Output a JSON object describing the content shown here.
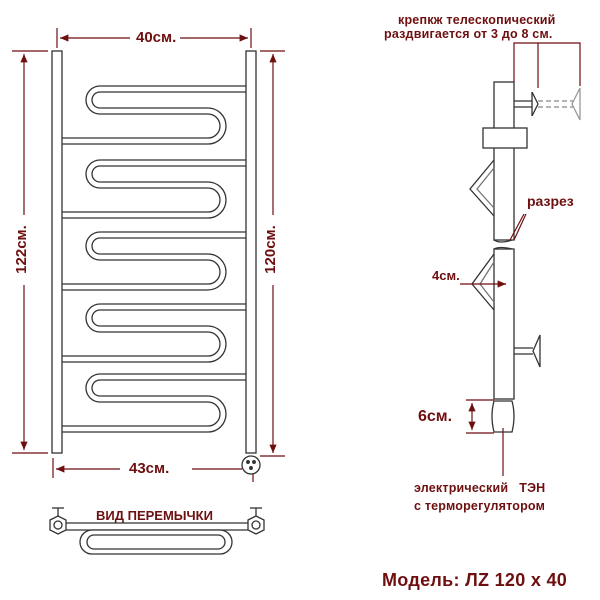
{
  "diagram": {
    "subject": "heated towel rail technical drawing",
    "colors": {
      "annotation": "#6e0f10",
      "outline": "#333333",
      "background": "#ffffff"
    },
    "front_view": {
      "width_top_label": "40см.",
      "width_bottom_label": "43см.",
      "height_left_label": "122см.",
      "height_right_label": "120см.",
      "serpentine_count": 5
    },
    "bridge_view": {
      "title": "ВИД ПЕРЕМЫЧКИ"
    },
    "side_view": {
      "mount_note_line1": "крепкж телескопический",
      "mount_note_line2": "раздвигается от 3 до 8 см.",
      "section_label": "разрез",
      "offset_label": "4см.",
      "heater_length_label": "6см.",
      "heater_note_line1": "электрический   ТЭН",
      "heater_note_line2": "с терморегулятором"
    },
    "model_label": "Модель: ЛZ 120 х 40"
  }
}
